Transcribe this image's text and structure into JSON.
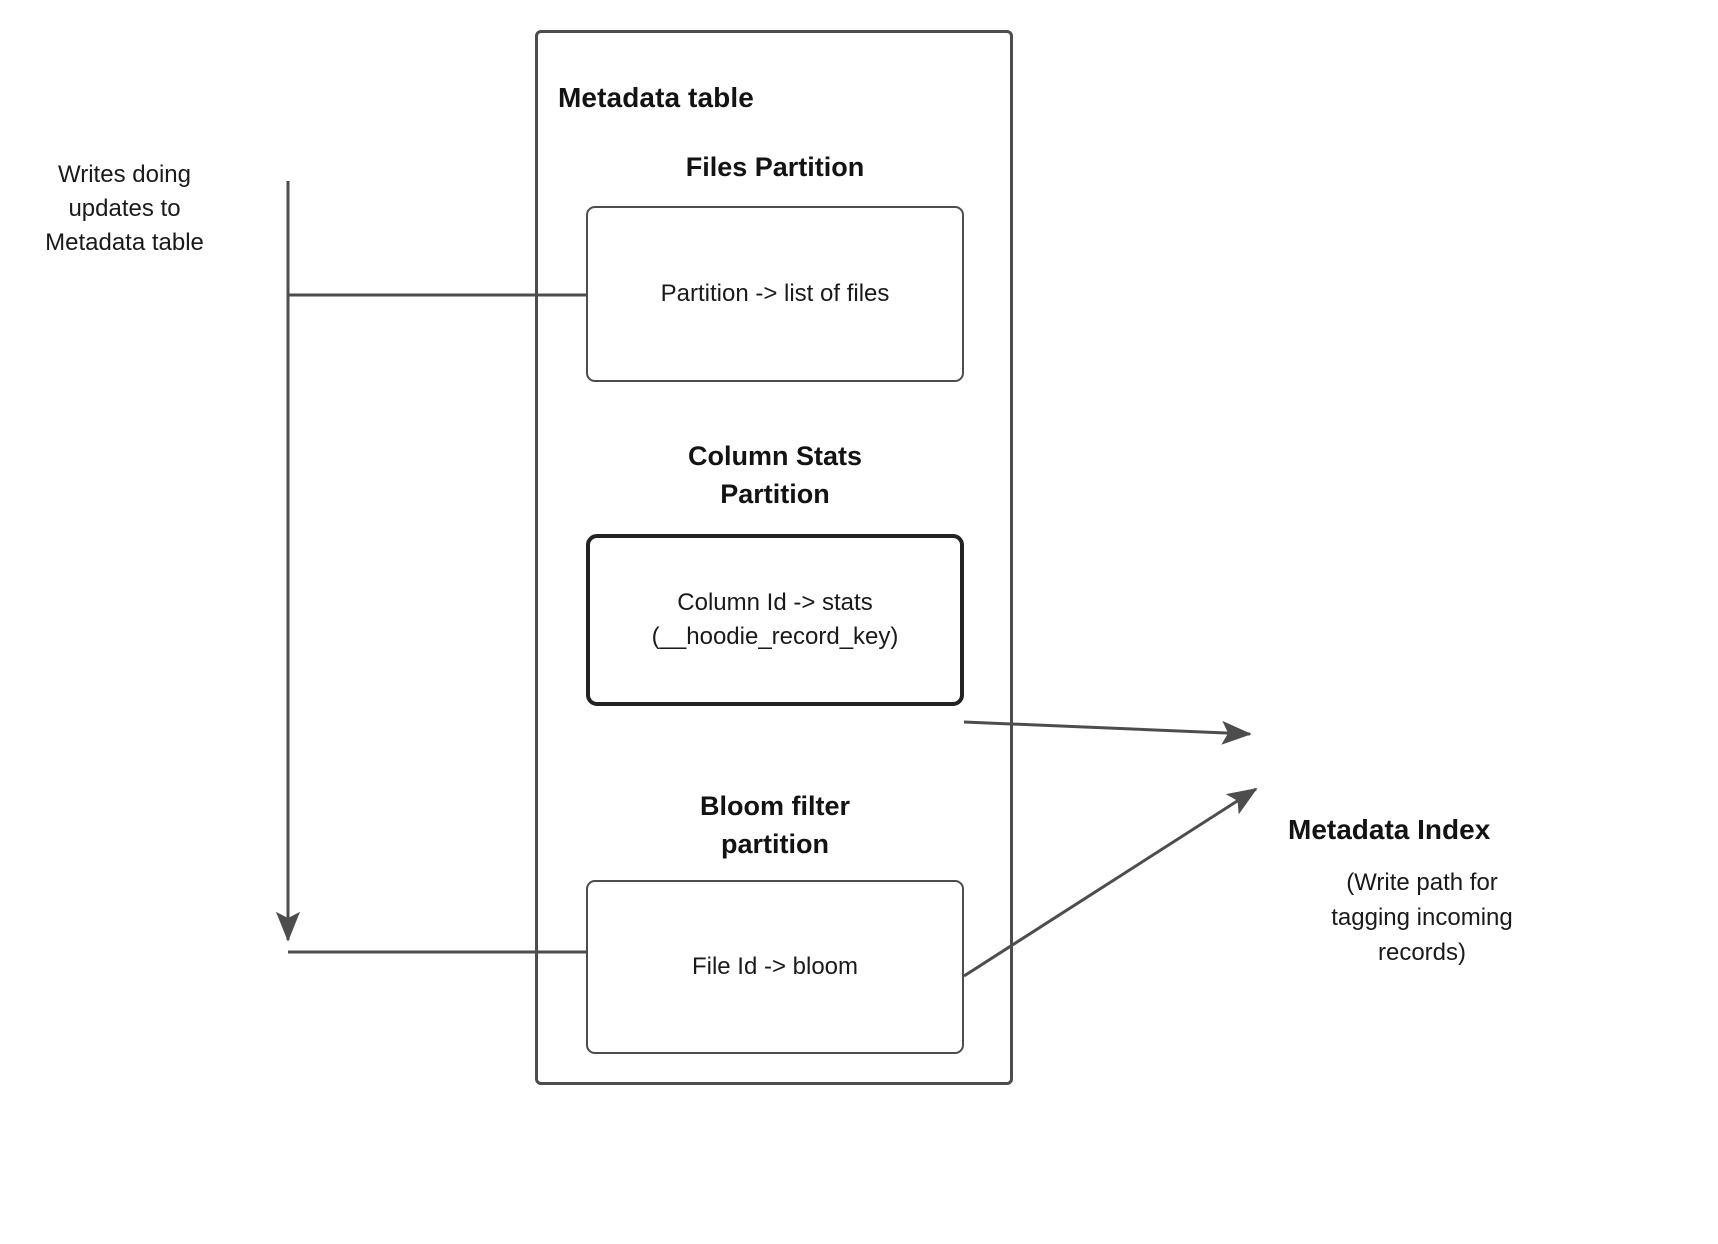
{
  "diagram": {
    "type": "flow-diagram",
    "background": "#ffffff",
    "stroke_color": "#4d4d4d",
    "text_color": "#1a1a1a",
    "source_label": "Writes doing\nupdates to\nMetadata table",
    "outer": {
      "title": "Metadata table"
    },
    "partitions": [
      {
        "heading": "Files Partition",
        "body": "Partition -> list of files"
      },
      {
        "heading": "Column Stats\nPartition",
        "body": "Column Id  -> stats\n(__hoodie_record_key)"
      },
      {
        "heading": "Bloom filter\npartition",
        "body": "File Id -> bloom"
      }
    ],
    "sink": {
      "title": "Metadata Index",
      "note": "(Write path for\ntagging incoming\nrecords)"
    }
  }
}
